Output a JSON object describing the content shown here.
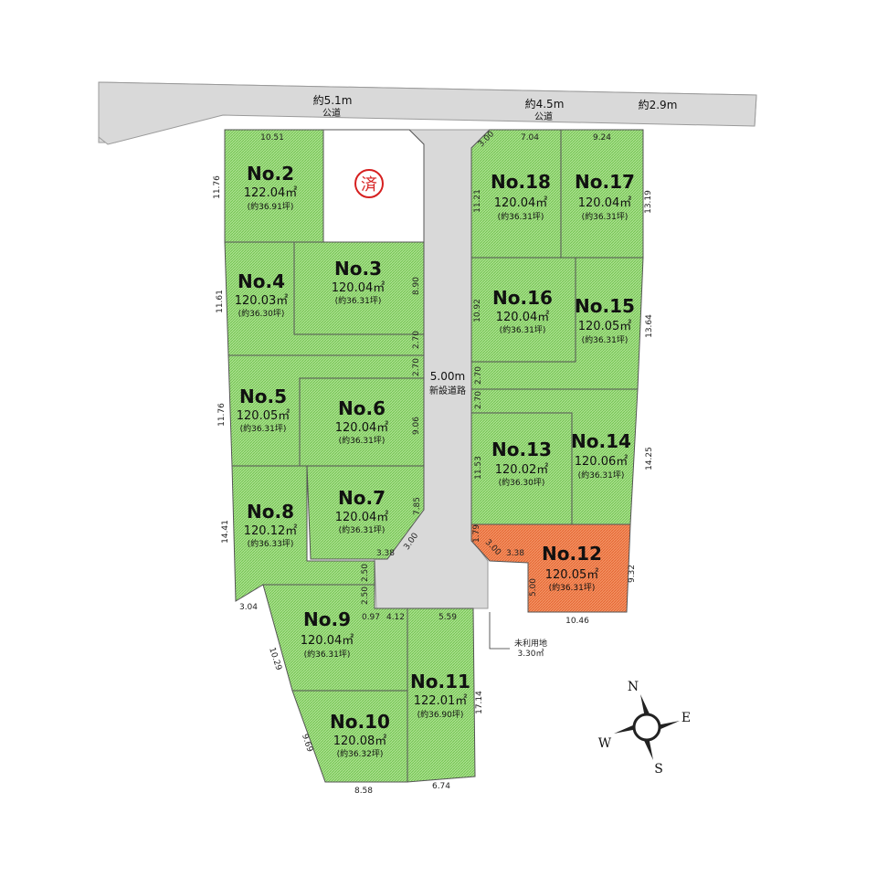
{
  "roads": {
    "public_west": "約5.1m",
    "public_mid": "約4.5m",
    "public_east": "約2.9m",
    "public_label_1": "公道",
    "public_label_2": "公道",
    "new_road_width": "5.00m",
    "new_road_label": "新設道路"
  },
  "sold_stamp": "済",
  "lots": {
    "no2": {
      "no": "No.2",
      "area": "122.04㎡",
      "tsubo": "(約36.91坪)"
    },
    "no3": {
      "no": "No.3",
      "area": "120.04㎡",
      "tsubo": "(約36.31坪)"
    },
    "no4": {
      "no": "No.4",
      "area": "120.03㎡",
      "tsubo": "(約36.30坪)"
    },
    "no5": {
      "no": "No.5",
      "area": "120.05㎡",
      "tsubo": "(約36.31坪)"
    },
    "no6": {
      "no": "No.6",
      "area": "120.04㎡",
      "tsubo": "(約36.31坪)"
    },
    "no7": {
      "no": "No.7",
      "area": "120.04㎡",
      "tsubo": "(約36.31坪)"
    },
    "no8": {
      "no": "No.8",
      "area": "120.12㎡",
      "tsubo": "(約36.33坪)"
    },
    "no9": {
      "no": "No.9",
      "area": "120.04㎡",
      "tsubo": "(約36.31坪)"
    },
    "no10": {
      "no": "No.10",
      "area": "120.08㎡",
      "tsubo": "(約36.32坪)"
    },
    "no11": {
      "no": "No.11",
      "area": "122.01㎡",
      "tsubo": "(約36.90坪)"
    },
    "no12": {
      "no": "No.12",
      "area": "120.05㎡",
      "tsubo": "(約36.31坪)"
    },
    "no13": {
      "no": "No.13",
      "area": "120.02㎡",
      "tsubo": "(約36.30坪)"
    },
    "no14": {
      "no": "No.14",
      "area": "120.06㎡",
      "tsubo": "(約36.31坪)"
    },
    "no15": {
      "no": "No.15",
      "area": "120.05㎡",
      "tsubo": "(約36.31坪)"
    },
    "no16": {
      "no": "No.16",
      "area": "120.04㎡",
      "tsubo": "(約36.31坪)"
    },
    "no17": {
      "no": "No.17",
      "area": "120.04㎡",
      "tsubo": "(約36.31坪)"
    },
    "no18": {
      "no": "No.18",
      "area": "120.04㎡",
      "tsubo": "(約36.31坪)"
    }
  },
  "dims": {
    "d1051": "10.51",
    "d1176a": "11.76",
    "d1161": "11.61",
    "d1176b": "11.76",
    "d1441": "14.41",
    "d304": "3.04",
    "d1029": "10.29",
    "d969": "9.69",
    "d858": "8.58",
    "d674": "6.74",
    "d1714": "17.14",
    "d1046": "10.46",
    "d932": "9.32",
    "d1425": "14.25",
    "d1364": "13.64",
    "d1319": "13.19",
    "d924": "9.24",
    "d704": "7.04",
    "d300a": "3.00",
    "d1121": "11.21",
    "d1092": "10.92",
    "d270a": "2.70",
    "d270b": "2.70",
    "d270c": "2.70",
    "d270d": "2.70",
    "d1153": "11.53",
    "d179": "1.79",
    "d300b": "3.00",
    "d338a": "3.38",
    "d500": "5.00",
    "d890": "8.90",
    "d906": "9.06",
    "d785": "7.85",
    "d300c": "3.00",
    "d338b": "3.38",
    "d250a": "2.50",
    "d250b": "2.50",
    "d097": "0.97",
    "d412": "4.12",
    "d559": "5.59"
  },
  "unused_land": {
    "label": "未利用地",
    "area": "3.30㎡"
  },
  "compass": {
    "n": "N",
    "e": "E",
    "s": "S",
    "w": "W"
  },
  "colors": {
    "lot_green": "#8fd46f",
    "lot_highlight": "#f07a3c",
    "road": "#d9d9d9",
    "stamp_red": "#d62020"
  }
}
